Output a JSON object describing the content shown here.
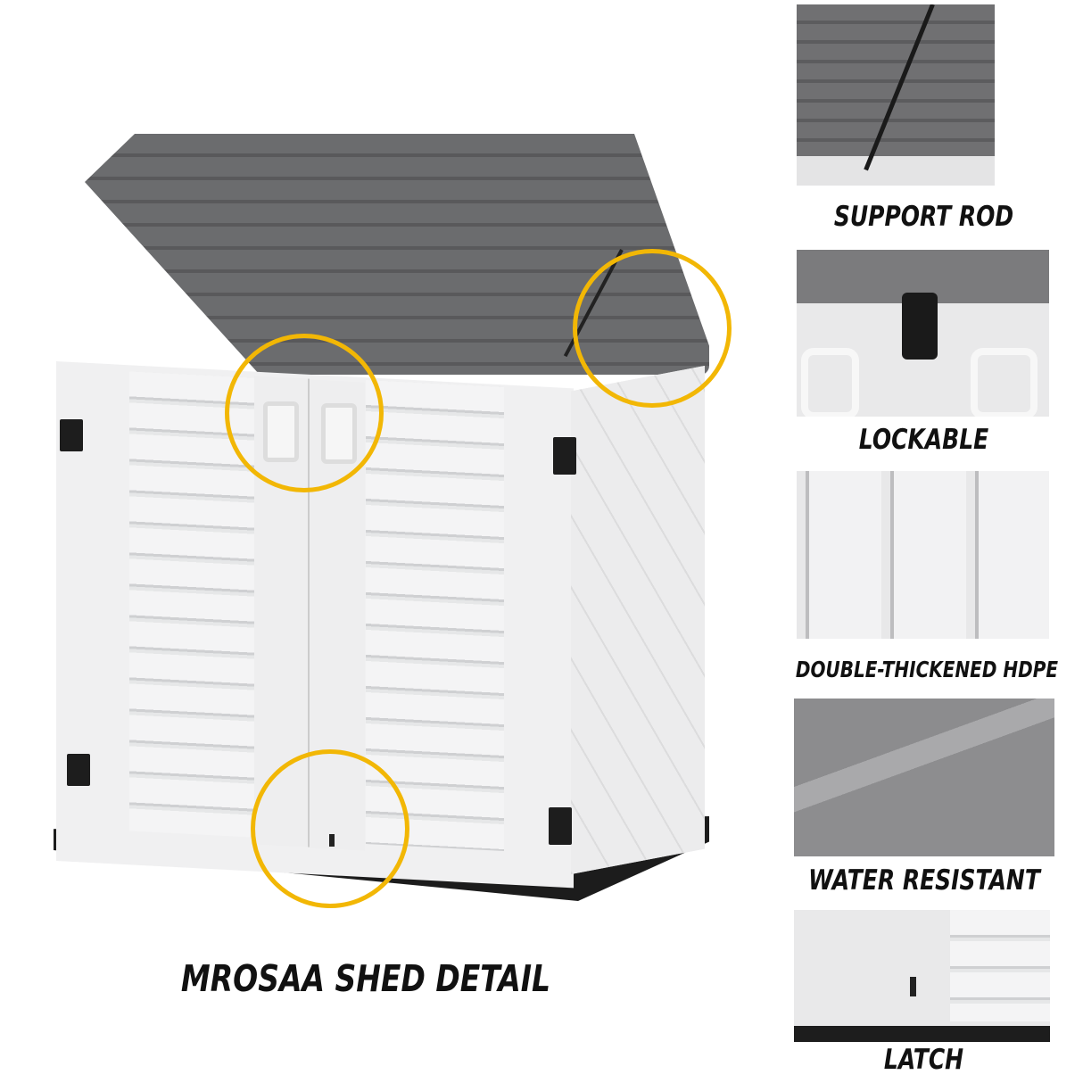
{
  "title": "MROSAA SHED DETAIL",
  "accent_color": "#f2b705",
  "details": [
    {
      "label": "SUPPORT ROD"
    },
    {
      "label": "LOCKABLE"
    },
    {
      "label": "DOUBLE-THICKENED HDPE"
    },
    {
      "label": "WATER RESISTANT"
    },
    {
      "label": "LATCH"
    }
  ]
}
